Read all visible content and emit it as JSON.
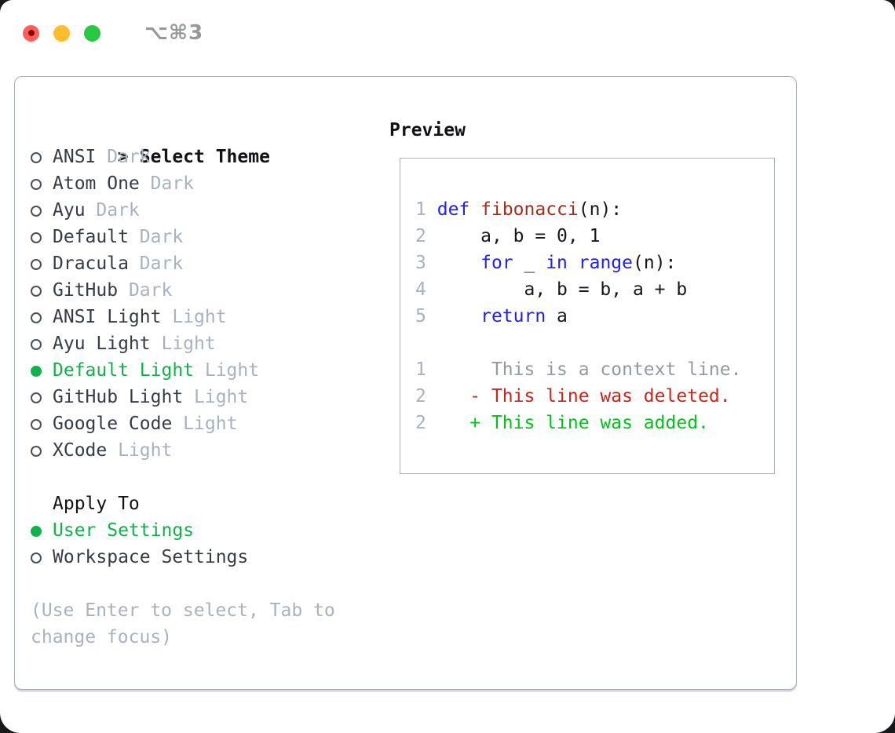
{
  "window": {
    "title": "⌥⌘3"
  },
  "theme_panel": {
    "header_marker": ">",
    "header_label": "Select Theme",
    "themes": [
      {
        "name": "ANSI",
        "tag": "Dark",
        "selected": false
      },
      {
        "name": "Atom One",
        "tag": "Dark",
        "selected": false
      },
      {
        "name": "Ayu",
        "tag": "Dark",
        "selected": false
      },
      {
        "name": "Default",
        "tag": "Dark",
        "selected": false
      },
      {
        "name": "Dracula",
        "tag": "Dark",
        "selected": false
      },
      {
        "name": "GitHub",
        "tag": "Dark",
        "selected": false
      },
      {
        "name": "ANSI Light",
        "tag": "Light",
        "selected": false
      },
      {
        "name": "Ayu Light",
        "tag": "Light",
        "selected": false
      },
      {
        "name": "Default Light",
        "tag": "Light",
        "selected": true
      },
      {
        "name": "GitHub Light",
        "tag": "Light",
        "selected": false
      },
      {
        "name": "Google Code",
        "tag": "Light",
        "selected": false
      },
      {
        "name": "XCode",
        "tag": "Light",
        "selected": false
      }
    ],
    "apply_to": {
      "label": "Apply To",
      "options": [
        {
          "name": "User Settings",
          "selected": true
        },
        {
          "name": "Workspace Settings",
          "selected": false
        }
      ]
    },
    "hint": "(Use Enter to select, Tab to change focus)"
  },
  "preview": {
    "label": "Preview",
    "lines": [
      [
        [
          "n",
          "1"
        ],
        [
          "p",
          " "
        ],
        [
          "k",
          "def"
        ],
        [
          "p",
          " "
        ],
        [
          "f",
          "fibonacci"
        ],
        [
          "p",
          "(n):"
        ]
      ],
      [
        [
          "n",
          "2"
        ],
        [
          "p",
          "     a, b = 0, 1"
        ]
      ],
      [
        [
          "n",
          "3"
        ],
        [
          "p",
          "     "
        ],
        [
          "k",
          "for"
        ],
        [
          "p",
          " _ "
        ],
        [
          "k",
          "in"
        ],
        [
          "p",
          " "
        ],
        [
          "k",
          "range"
        ],
        [
          "p",
          "(n):"
        ]
      ],
      [
        [
          "n",
          "4"
        ],
        [
          "p",
          "         a, b = b, a + b"
        ]
      ],
      [
        [
          "n",
          "5"
        ],
        [
          "p",
          "     "
        ],
        [
          "k",
          "return"
        ],
        [
          "p",
          " a"
        ]
      ],
      [],
      [
        [
          "n",
          "1"
        ],
        [
          "ctx",
          "      This is a context line."
        ]
      ],
      [
        [
          "n",
          "2"
        ],
        [
          "del",
          "    - This line was deleted."
        ]
      ],
      [
        [
          "n",
          "2"
        ],
        [
          "add",
          "    + This line was added."
        ]
      ]
    ]
  },
  "colors": {
    "text-black": "#111215",
    "text-dark": "#363c45",
    "gray-light": "#a9b2bf",
    "ring-border": "#4a515b",
    "green-select": "#10b24b",
    "panel-border": "#a8aeb8",
    "preview-border": "#aab1bc",
    "title-gray": "#96989c",
    "gutter": "#a9b2bf",
    "code-text": "#16181b",
    "keyword": "#2222e8",
    "function": "#a62f1d",
    "diff-context": "#959a9e",
    "diff-deleted": "#c9271a",
    "diff-added": "#00c517",
    "traffic-red": "#ff5f57",
    "traffic-red-dot": "#850d06",
    "traffic-yellow": "#febc2e",
    "traffic-green": "#28c840"
  }
}
